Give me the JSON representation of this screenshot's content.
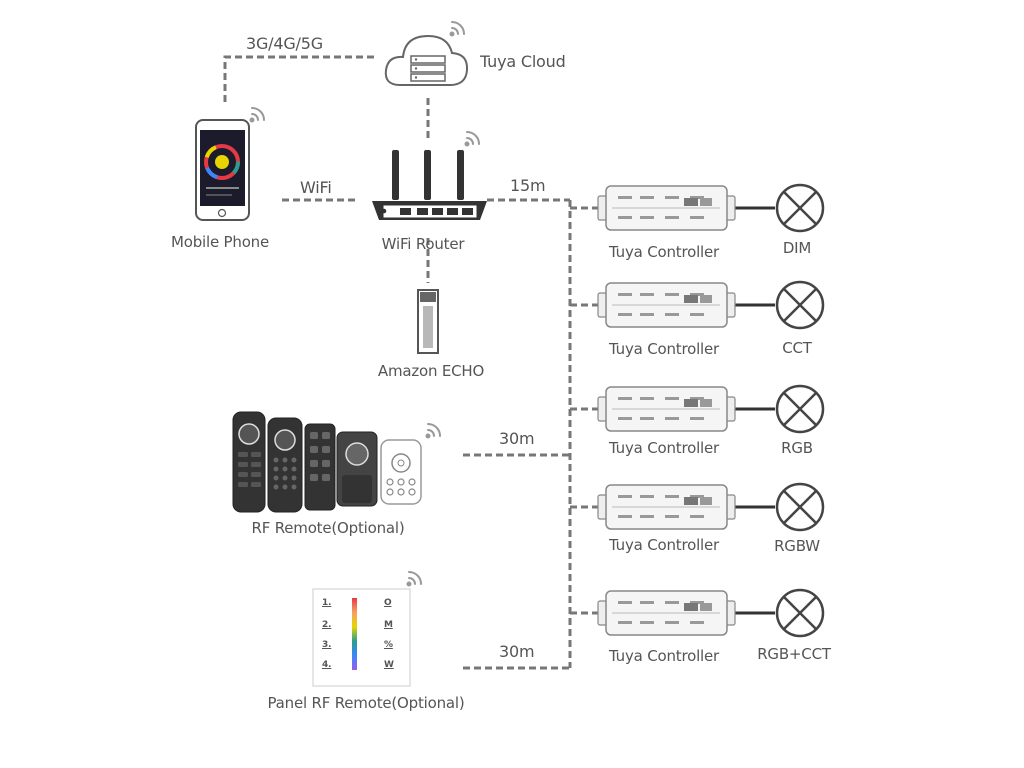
{
  "network": {
    "cloud_link": "3G/4G/5G",
    "wifi_link": "WiFi",
    "distance_router": "15m",
    "distance_rf_remote": "30m",
    "distance_panel": "30m"
  },
  "devices": {
    "cloud": "Tuya Cloud",
    "phone": "Mobile Phone",
    "router": "WiFi Router",
    "echo": "Amazon ECHO",
    "rf_remote": "RF Remote(Optional)",
    "panel_remote": "Panel RF Remote(Optional)"
  },
  "panel_keys": {
    "left": [
      "1.",
      "2.",
      "3.",
      "4."
    ],
    "right": [
      "O",
      "M",
      "%",
      "W"
    ]
  },
  "controllers": [
    {
      "name": "Tuya Controller",
      "output": "DIM"
    },
    {
      "name": "Tuya Controller",
      "output": "CCT"
    },
    {
      "name": "Tuya Controller",
      "output": "RGB"
    },
    {
      "name": "Tuya Controller",
      "output": "RGBW"
    },
    {
      "name": "Tuya Controller",
      "output": "RGB+CCT"
    }
  ],
  "colors": {
    "line": "#777777",
    "device_dark": "#333333",
    "device_light": "#f2f2f2"
  }
}
